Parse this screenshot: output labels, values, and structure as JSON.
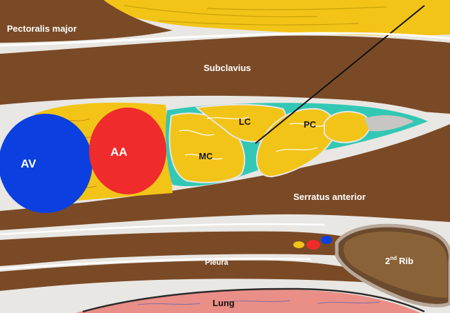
{
  "labels": {
    "pectoralis_major": "Pectoralis major",
    "subclavius": "Subclavius",
    "serratus_anterior": "Serratus anterior",
    "pleura": "Pleura",
    "lung": "Lung",
    "rib_number": "2",
    "rib_suffix": "nd",
    "rib_word": "Rib",
    "av": "AV",
    "aa": "AA",
    "mc": "MC",
    "lc": "LC",
    "pc": "PC"
  },
  "colors": {
    "muscle": "#7a4a26",
    "fascia": "#e8e6e2",
    "fat": "#f2c418",
    "vein": "#0b3fe0",
    "artery": "#ef2b2b",
    "nerve_sheath": "#33c7b5",
    "lung": "#e98f87",
    "rib": "#6b4a2e"
  }
}
